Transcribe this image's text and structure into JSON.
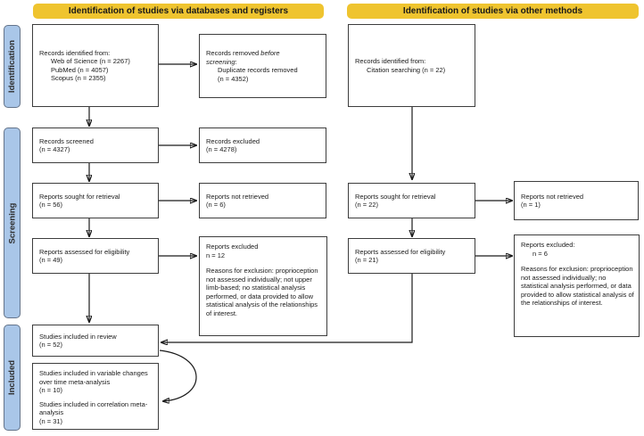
{
  "colors": {
    "header_bg": "#EFC42F",
    "sidebar_bg": "#A9C6E8",
    "sidebar_border": "#64748b",
    "box_border": "#3d3d3d",
    "arrow": "#1a1a1a"
  },
  "headers": {
    "databases": "Identification of studies via databases and registers",
    "other": "Identification of studies via other methods"
  },
  "sidebar": {
    "identification": "Identification",
    "screening": "Screening",
    "included": "Included"
  },
  "boxes": {
    "db_identified": {
      "title": "Records identified from:",
      "sources": [
        "Web of Science (n = 2267)",
        "PubMed (n = 4057)",
        "Scopus (n = 2355)"
      ]
    },
    "removed": {
      "lead": "Records removed ",
      "emph": "before screening",
      "tail": ":",
      "detail": "Duplicate records removed",
      "count": "(n = 4352)"
    },
    "screened": {
      "line1": "Records screened",
      "count": "(n = 4327)"
    },
    "records_excluded": {
      "line1": "Records excluded",
      "count": "(n = 4278)"
    },
    "sought_db": {
      "line1": "Reports sought for retrieval",
      "count": "(n = 56)"
    },
    "not_retrieved_db": {
      "line1": "Reports not retrieved",
      "count": "(n = 6)"
    },
    "assessed_db": {
      "line1": "Reports assessed for eligibility",
      "count": "(n = 49)"
    },
    "excluded_db": {
      "line1": "Reports excluded",
      "count": "n = 12",
      "reasons": "Reasons for exclusion: proprioception not assessed individually; not upper limb-based; no statistical analysis performed, or data provided to allow statistical analysis of the relationships of interest."
    },
    "included_review": {
      "line1": "Studies included in review",
      "count": "(n = 52)"
    },
    "included_meta": {
      "line1": "Studies included in variable changes over time meta-analysis",
      "count1": "(n = 10)",
      "line2": "Studies included in correlation meta-analysis",
      "count2": "(n = 31)"
    },
    "cit_identified": {
      "title": "Records identified from:",
      "source": "Citation searching (n = 22)"
    },
    "sought_other": {
      "line1": "Reports sought for retrieval",
      "count": "(n = 22)"
    },
    "not_retrieved_other": {
      "line1": "Reports not retrieved",
      "count": "(n = 1)"
    },
    "assessed_other": {
      "line1": "Reports assessed for eligibility",
      "count": "(n = 21)"
    },
    "excluded_other": {
      "line1": "Reports excluded:",
      "count": "n = 6",
      "reasons": "Reasons for exclusion: proprioception not assessed individually; no statistical analysis performed, or data provided to allow statistical analysis of the relationships of interest."
    }
  }
}
